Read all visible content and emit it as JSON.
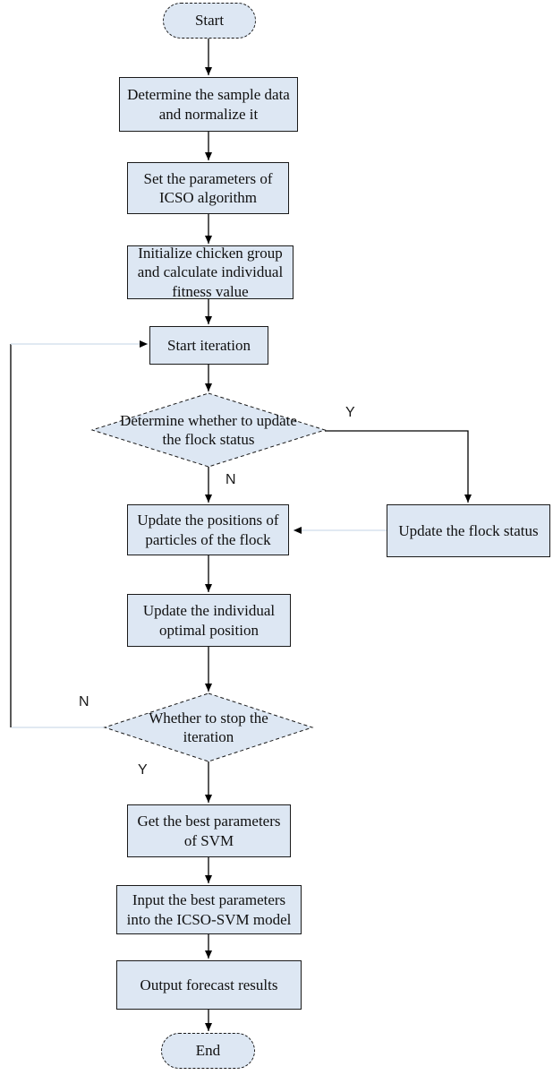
{
  "colors": {
    "node_fill": "#dde7f3",
    "node_border": "#1a1a1a",
    "light_line": "#d7e2ee",
    "dark_line": "#000000"
  },
  "nodes": {
    "start": {
      "label": [
        "Start"
      ]
    },
    "sample": {
      "label": [
        "Determine the sample data",
        "and normalize it"
      ]
    },
    "params": {
      "label": [
        "Set the parameters of",
        "ICSO algorithm"
      ]
    },
    "init": {
      "label": [
        "Initialize chicken group",
        "and calculate individual",
        "fitness value"
      ]
    },
    "iteration": {
      "label": [
        "Start iteration"
      ]
    },
    "decide_update": {
      "label": [
        "Determine whether to update",
        "the flock status"
      ]
    },
    "update_positions": {
      "label": [
        "Update the positions of",
        "particles of the flock"
      ]
    },
    "update_flock": {
      "label": [
        "Update the flock status"
      ]
    },
    "update_optimal": {
      "label": [
        "Update the individual",
        "optimal position"
      ]
    },
    "decide_stop": {
      "label": [
        "Whether to stop the",
        "iteration"
      ]
    },
    "best_params": {
      "label": [
        "Get the best parameters",
        "of SVM"
      ]
    },
    "input_model": {
      "label": [
        "Input the best parameters",
        "into the ICSO-SVM model"
      ]
    },
    "output": {
      "label": [
        "Output forecast results"
      ]
    },
    "end": {
      "label": [
        "End"
      ]
    }
  },
  "edge_labels": {
    "yes_update": "Y",
    "no_update": "N",
    "no_stop": "N",
    "yes_stop": "Y"
  }
}
